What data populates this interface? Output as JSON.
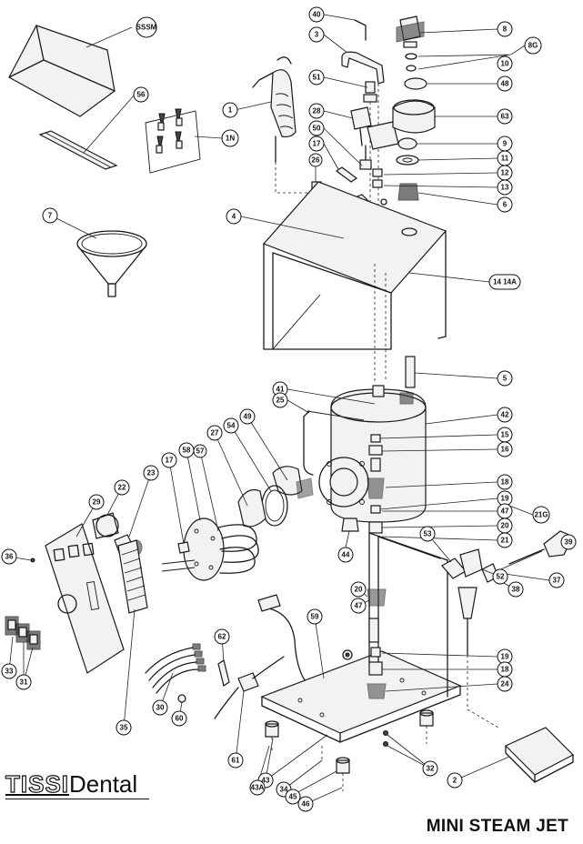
{
  "brand": {
    "part1": "TISSI",
    "part2": "Dental"
  },
  "model_title": "MINI STEAM JET",
  "callouts": [
    "SSSM",
    "56",
    "1",
    "1N",
    "7",
    "40",
    "3",
    "8",
    "8G",
    "10",
    "48",
    "51",
    "63",
    "28",
    "50",
    "17",
    "26",
    "9",
    "11",
    "12",
    "13",
    "6",
    "4",
    "14 14A",
    "5",
    "41",
    "25",
    "42",
    "15",
    "16",
    "18",
    "19",
    "47",
    "21G",
    "20",
    "21",
    "49",
    "54",
    "27",
    "58",
    "57",
    "17",
    "23",
    "22",
    "29",
    "36",
    "44",
    "53",
    "52",
    "37",
    "39",
    "38",
    "20",
    "47",
    "33",
    "31",
    "35",
    "30",
    "62",
    "59",
    "19",
    "18",
    "24",
    "60",
    "61",
    "43",
    "43A",
    "34",
    "45",
    "46",
    "32",
    "2"
  ]
}
